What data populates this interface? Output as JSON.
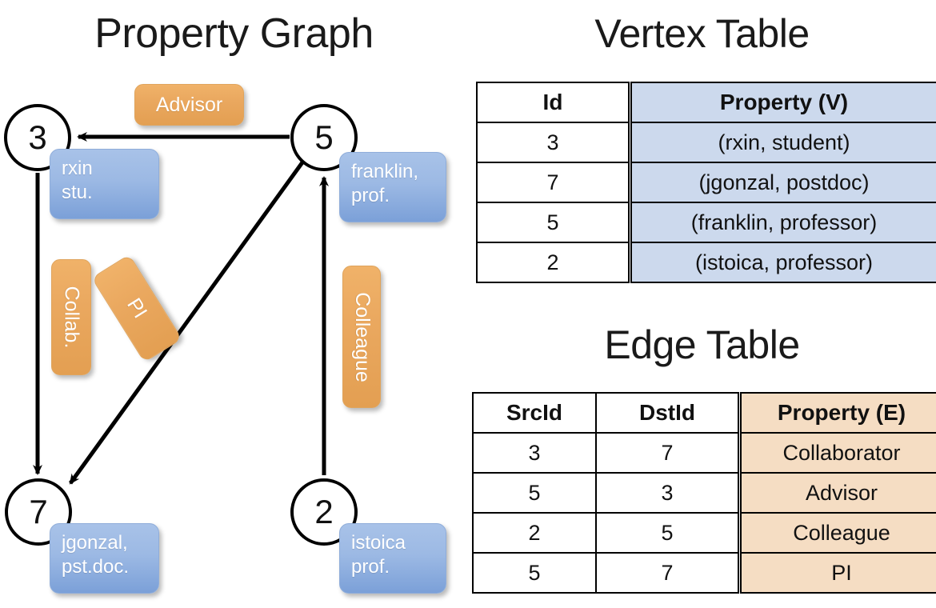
{
  "titles": {
    "property_graph": "Property Graph",
    "vertex_table": "Vertex Table",
    "edge_table": "Edge Table"
  },
  "graph": {
    "nodes": [
      {
        "id": "3",
        "label": "3",
        "property_lines": [
          "rxin",
          "stu."
        ]
      },
      {
        "id": "5",
        "label": "5",
        "property_lines": [
          "franklin,",
          "prof."
        ]
      },
      {
        "id": "7",
        "label": "7",
        "property_lines": [
          "jgonzal,",
          "pst.doc."
        ]
      },
      {
        "id": "2",
        "label": "2",
        "property_lines": [
          "istoica",
          "prof."
        ]
      }
    ],
    "edge_labels": [
      {
        "name": "advisor",
        "text": "Advisor",
        "from": "5",
        "to": "3"
      },
      {
        "name": "collab",
        "text": "Collab.",
        "from": "3",
        "to": "7"
      },
      {
        "name": "pi",
        "text": "PI",
        "from": "5",
        "to": "7"
      },
      {
        "name": "colleague",
        "text": "Colleague",
        "from": "2",
        "to": "5"
      }
    ]
  },
  "vertex_table": {
    "headers": [
      "Id",
      "Property (V)"
    ],
    "rows": [
      {
        "id": "3",
        "property": "(rxin, student)"
      },
      {
        "id": "7",
        "property": "(jgonzal, postdoc)"
      },
      {
        "id": "5",
        "property": "(franklin, professor)"
      },
      {
        "id": "2",
        "property": "(istoica, professor)"
      }
    ]
  },
  "edge_table": {
    "headers": [
      "SrcId",
      "DstId",
      "Property (E)"
    ],
    "rows": [
      {
        "src": "3",
        "dst": "7",
        "property": "Collaborator"
      },
      {
        "src": "5",
        "dst": "3",
        "property": "Advisor"
      },
      {
        "src": "2",
        "dst": "5",
        "property": "Colleague"
      },
      {
        "src": "5",
        "dst": "7",
        "property": "PI"
      }
    ]
  },
  "colors": {
    "vertex_property_fill": "#ccd9ed",
    "edge_property_fill": "#f5ddc3",
    "vertex_callout_blue": "#9cb9e4",
    "edge_callout_orange": "#eaa85f",
    "stroke": "#000000",
    "background": "#ffffff"
  }
}
